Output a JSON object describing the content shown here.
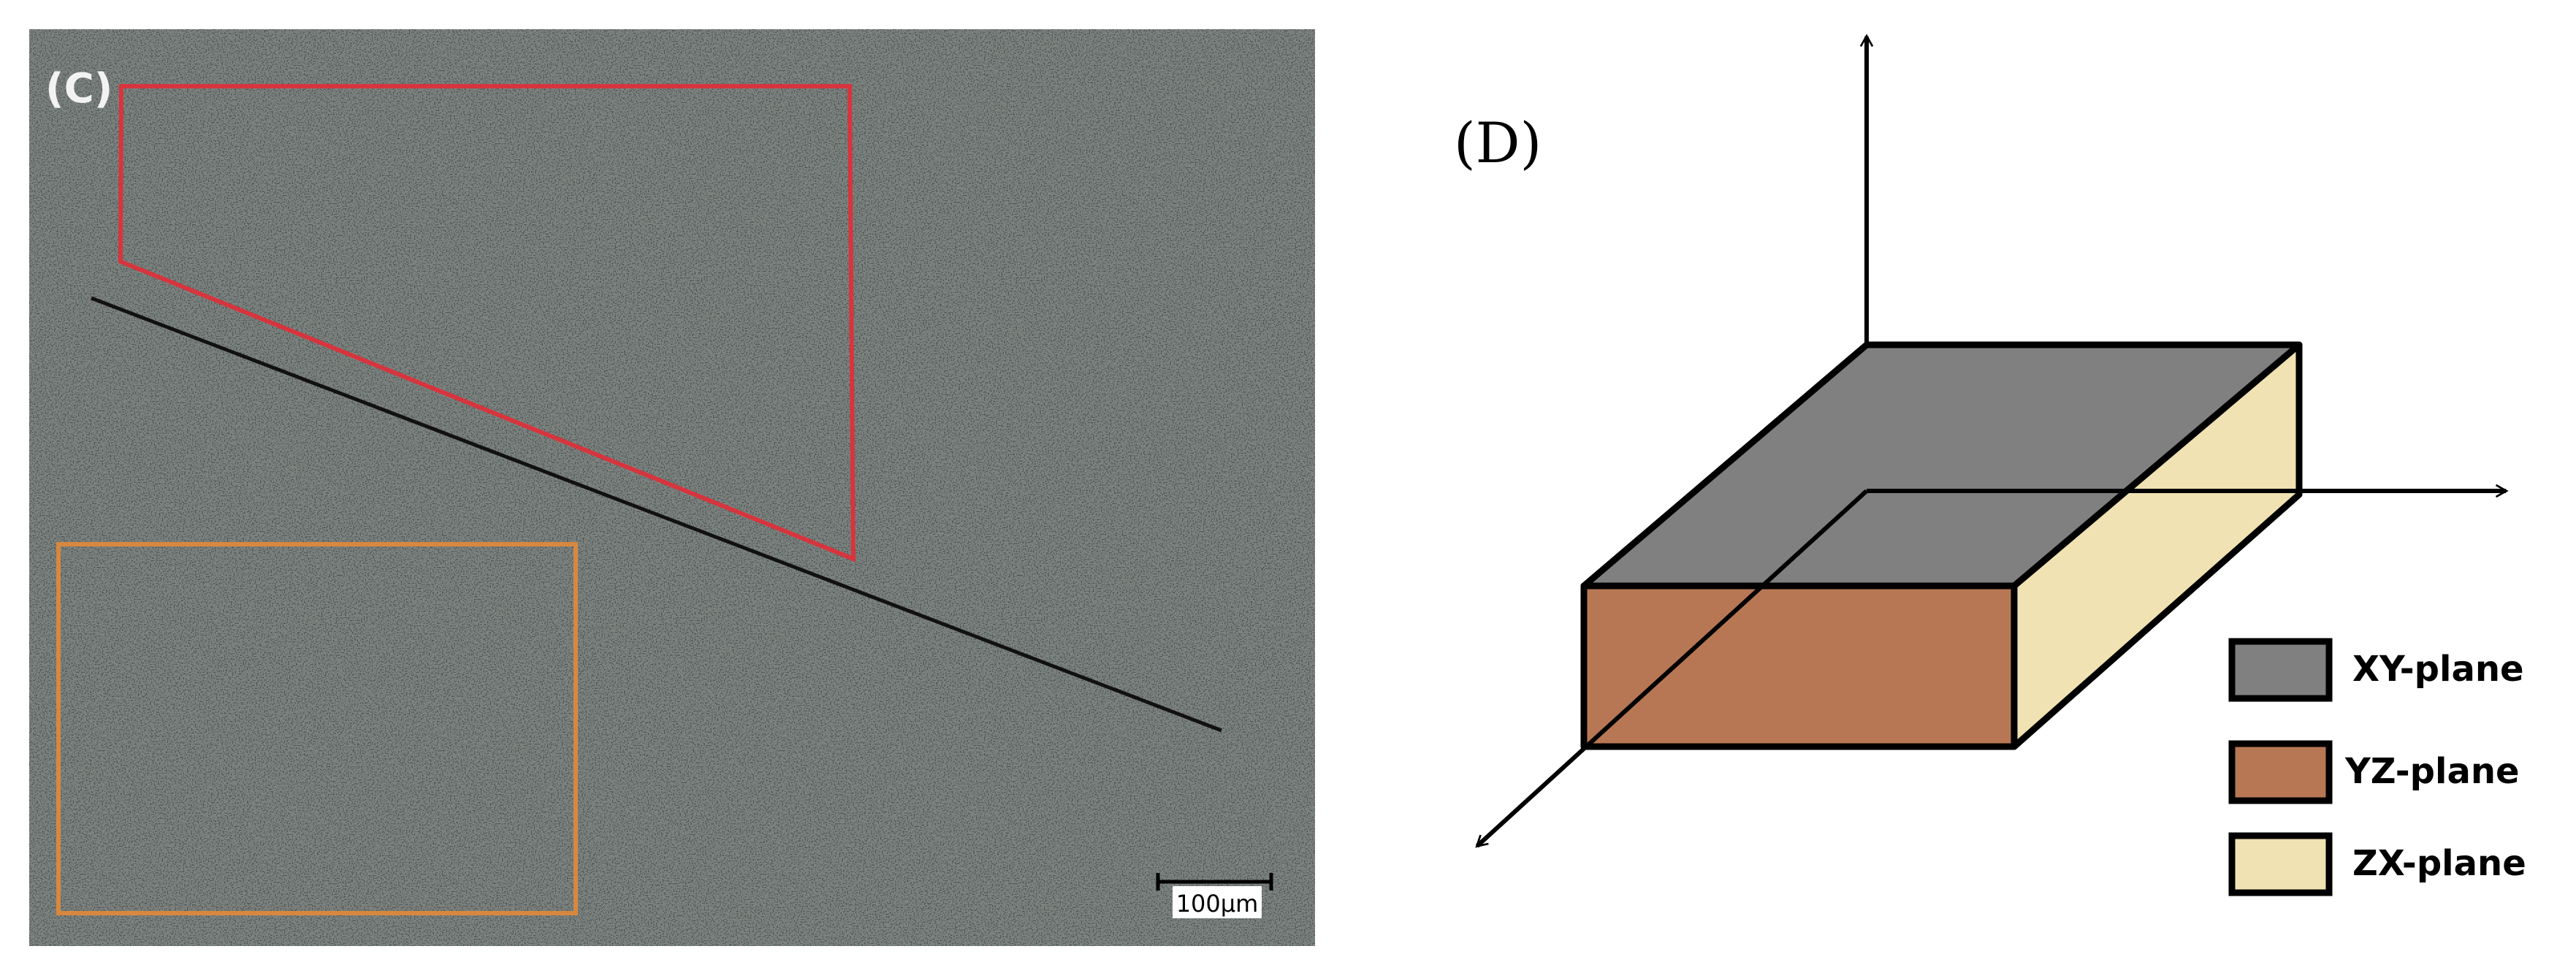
{
  "panel_c": {
    "label": "(C)",
    "scale_bar_label": "100μm"
  },
  "panel_d": {
    "label": "(D)",
    "legend": [
      {
        "label": "XY-plane",
        "color": "#808080"
      },
      {
        "label": "YZ-plane",
        "color": "#b87754"
      },
      {
        "label": "ZX-plane",
        "color": "#f0e2b2"
      }
    ]
  },
  "colors": {
    "micrograph_background": "#7d8480",
    "red_outline": "#d8343d",
    "orange_outline": "#d8883e",
    "black_line": "#111111"
  }
}
